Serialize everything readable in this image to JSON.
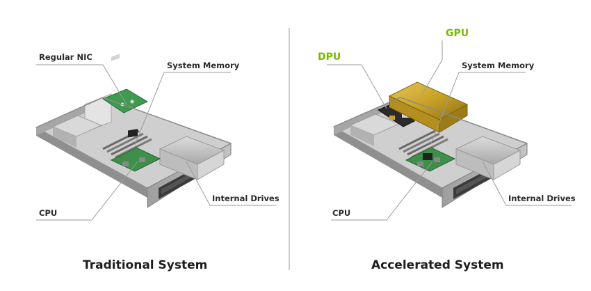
{
  "left_panel": {
    "labels": {
      "nic": "Regular NIC",
      "memory": "System Memory",
      "cpu": "CPU",
      "drives": "Internal Drives"
    },
    "caption": "Traditional System"
  },
  "right_panel": {
    "labels": {
      "gpu": "GPU",
      "dpu": "DPU",
      "memory": "System Memory",
      "cpu": "CPU",
      "drives": "Internal Drives"
    },
    "caption": "Accelerated System"
  },
  "colors": {
    "accent": "#76b900",
    "gpu_gold": "#c9a227",
    "board_green": "#3d8f4a",
    "chassis": "#b9b9b9"
  }
}
